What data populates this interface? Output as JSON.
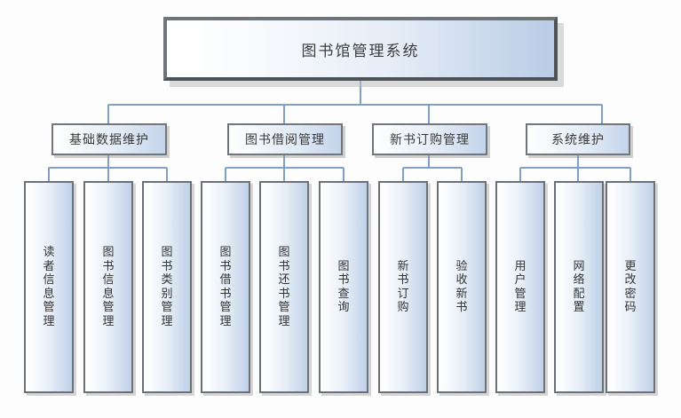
{
  "diagram": {
    "title_text": "图书馆管理系统",
    "type": "organizational-hierarchy-chart",
    "background_color": "#fdfdfd",
    "connector_color": "#7f9fc8",
    "box_border_color": "#6b7177",
    "box_gradient_from": "#ffffff",
    "box_gradient_to": "#bfd1e8",
    "text_color": "#333333"
  },
  "root": {
    "label": "图书馆管理系统"
  },
  "level2": [
    {
      "label": "基础数据维护"
    },
    {
      "label": "图书借阅管理"
    },
    {
      "label": "新书订购管理"
    },
    {
      "label": "系统维护"
    }
  ],
  "leaves": [
    {
      "label": "读者信息管理",
      "parent": "基础数据维护"
    },
    {
      "label": "图书信息管理",
      "parent": "基础数据维护"
    },
    {
      "label": "图书类别管理",
      "parent": "基础数据维护"
    },
    {
      "label": "图书借书管理",
      "parent": "图书借阅管理"
    },
    {
      "label": "图书还书管理",
      "parent": "图书借阅管理"
    },
    {
      "label": "图书查询",
      "parent": "图书借阅管理"
    },
    {
      "label": "新书订购",
      "parent": "新书订购管理"
    },
    {
      "label": "验收新书",
      "parent": "新书订购管理"
    },
    {
      "label": "用户管理",
      "parent": "系统维护"
    },
    {
      "label": "网络配置",
      "parent": "系统维护"
    },
    {
      "label": "更改密码",
      "parent": "系统维护"
    }
  ]
}
